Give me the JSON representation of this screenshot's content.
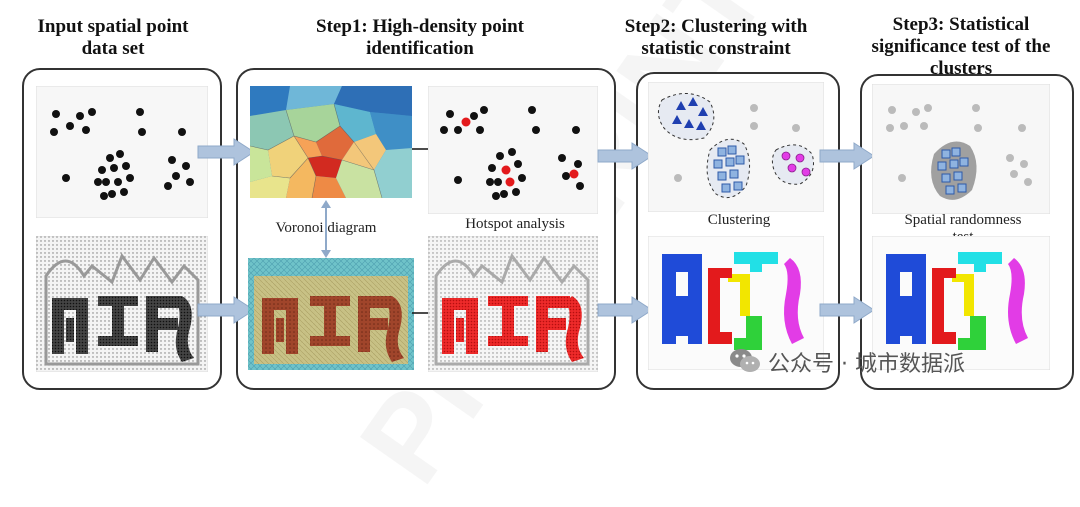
{
  "titles": {
    "input": "Input spatial point\ndata set",
    "step1": "Step1: High-density point\nidentification",
    "step2": "Step2: Clustering with\nstatistic constraint",
    "step3": "Step3: Statistical\nsignificance test of the\nclusters"
  },
  "captions": {
    "voronoi": "Voronoi diagram",
    "hotspot": "Hotspot analysis",
    "clustering": "Clustering",
    "randomness": "Spatial randomness\ntest"
  },
  "watermark": {
    "text": "公众号 · 城市数据派",
    "diagonal": "PREPRINT"
  },
  "colors": {
    "arrow": "#aec3dd",
    "hot": "#e31a1c",
    "cluster_blue": "#1f4bd8",
    "cluster_yellow": "#f2e600",
    "cluster_magenta": "#e23ce6",
    "cluster_green": "#2fd13a",
    "cluster_cyan": "#22e0e6"
  }
}
